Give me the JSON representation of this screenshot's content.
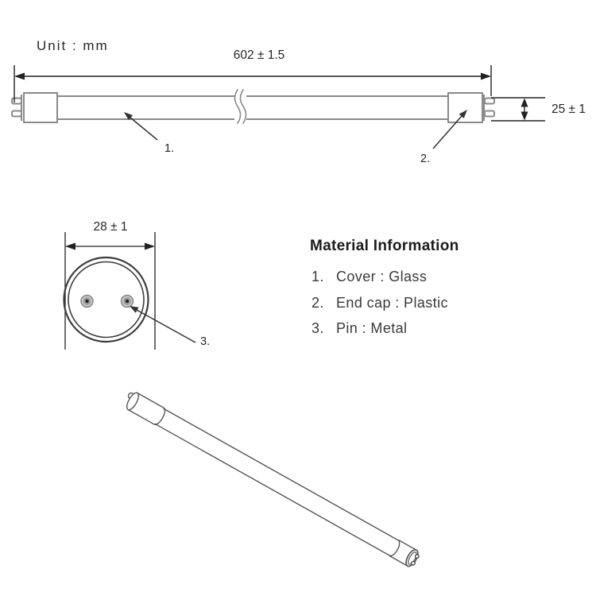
{
  "unit_label": "Unit : mm",
  "side_view": {
    "length_dimension": "602 ± 1.5",
    "diameter_dimension": "25 ± 1",
    "callout_cover": "1.",
    "callout_end_cap": "2."
  },
  "end_view": {
    "diameter_dimension": "28 ± 1",
    "callout_pin": "3."
  },
  "material_info": {
    "title": "Material Information",
    "items": [
      {
        "number": "1.",
        "label": "Cover : Glass"
      },
      {
        "number": "2.",
        "label": "End cap : Plastic"
      },
      {
        "number": "3.",
        "label": "Pin : Metal"
      }
    ]
  },
  "colors": {
    "drawing_line": "#8a8a8a",
    "dimension_line": "#222222",
    "text": "#2a2a2a"
  }
}
